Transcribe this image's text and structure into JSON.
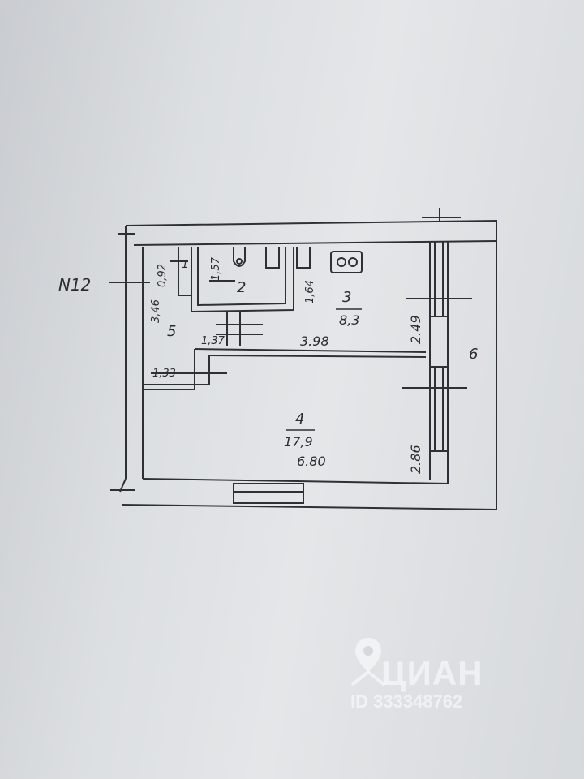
{
  "plan": {
    "apartment_label": "N12",
    "rooms": [
      {
        "number": "2",
        "area": ""
      },
      {
        "number": "3",
        "area": "8,3"
      },
      {
        "number": "4",
        "area": "17,9"
      },
      {
        "number": "5",
        "area": ""
      },
      {
        "number": "6",
        "area": ""
      }
    ],
    "dimensions": [
      "1",
      "0,92",
      "1,57",
      "1,64",
      "3,46",
      "1,37",
      "3.98",
      "2.49",
      "1,33",
      "6.80",
      "2.86"
    ]
  },
  "watermark": {
    "brand": "ЦИАН",
    "listing_id": "ID 333348762",
    "icon": "location-pin-icon"
  }
}
